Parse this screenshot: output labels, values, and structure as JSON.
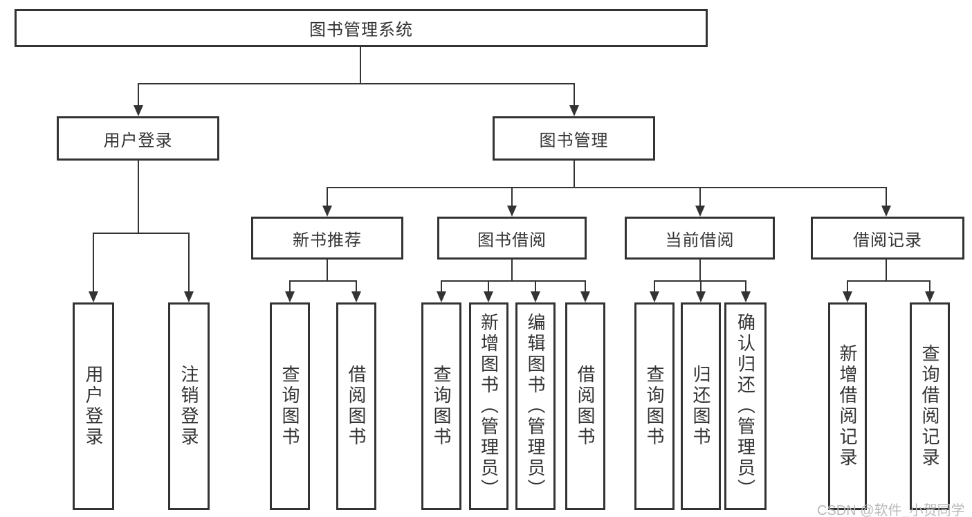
{
  "diagram_type": "functional-structure-tree",
  "tree": {
    "label": "图书管理系统",
    "children": [
      {
        "label": "用户登录",
        "children": [
          {
            "label": "用户登录"
          },
          {
            "label": "注销登录"
          }
        ]
      },
      {
        "label": "图书管理",
        "children": [
          {
            "label": "新书推荐",
            "children": [
              {
                "label": "查询图书"
              },
              {
                "label": "借阅图书"
              }
            ]
          },
          {
            "label": "图书借阅",
            "children": [
              {
                "label": "查询图书"
              },
              {
                "label": "新增图书（管理员）"
              },
              {
                "label": "编辑图书（管理员）"
              },
              {
                "label": "借阅图书"
              }
            ]
          },
          {
            "label": "当前借阅",
            "children": [
              {
                "label": "查询图书"
              },
              {
                "label": "归还图书"
              },
              {
                "label": "确认归还（管理员）"
              }
            ]
          },
          {
            "label": "借阅记录",
            "children": [
              {
                "label": "新增借阅记录"
              },
              {
                "label": "查询借阅记录"
              }
            ]
          }
        ]
      }
    ]
  },
  "watermark": {
    "text": "CSDN @软件_小贺同学"
  },
  "colors": {
    "line": "#333333",
    "box_border": "#333333",
    "text": "#333333",
    "watermark_text": "#b9b9b9",
    "background": "#ffffff"
  }
}
